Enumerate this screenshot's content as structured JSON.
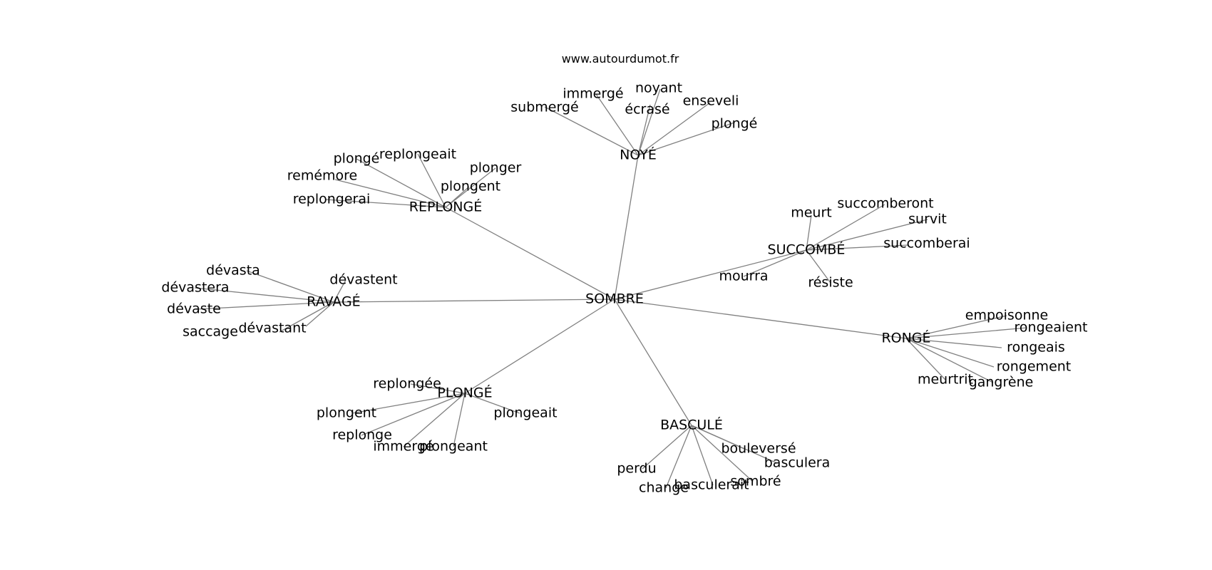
{
  "site": "www.autourdumot.fr",
  "center": "SOMBRE",
  "clusters": [
    {
      "hub": "NOYÉ",
      "leaves": [
        "submergé",
        "immergé",
        "noyant",
        "écrasé",
        "enseveli",
        "plongé"
      ]
    },
    {
      "hub": "REPLONGÉ",
      "leaves": [
        "plongé",
        "replongeait",
        "plonger",
        "remémore",
        "plongent",
        "replongerai"
      ]
    },
    {
      "hub": "SUCCOMBÉ",
      "leaves": [
        "meurt",
        "succomberont",
        "survit",
        "succomberai",
        "mourra",
        "résiste"
      ]
    },
    {
      "hub": "RAVAGÉ",
      "leaves": [
        "dévasta",
        "dévastent",
        "dévastera",
        "dévaste",
        "saccage",
        "dévastant"
      ]
    },
    {
      "hub": "RONGÉ",
      "leaves": [
        "empoisonne",
        "rongeaient",
        "rongeais",
        "rongement",
        "meurtrit",
        "gangrène"
      ]
    },
    {
      "hub": "PLONGÉ",
      "leaves": [
        "replongée",
        "plongent",
        "plongeait",
        "replonge",
        "immergé",
        "plongeant"
      ]
    },
    {
      "hub": "BASCULÉ",
      "leaves": [
        "bouleversé",
        "basculera",
        "perdu",
        "sombré",
        "change",
        "basculerait"
      ]
    }
  ]
}
